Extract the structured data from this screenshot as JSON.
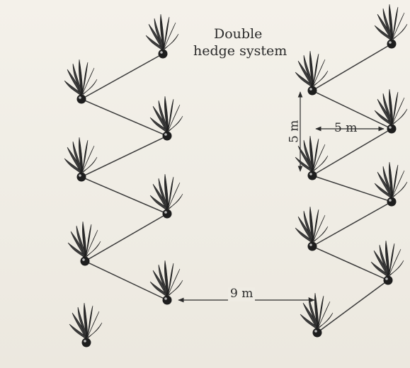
{
  "title_lines": [
    "Double",
    "hedge system"
  ],
  "dimensions": {
    "row_spacing": "9 m",
    "plant_spacing_horizontal": "5 m",
    "plant_spacing_vertical": "5 m"
  }
}
